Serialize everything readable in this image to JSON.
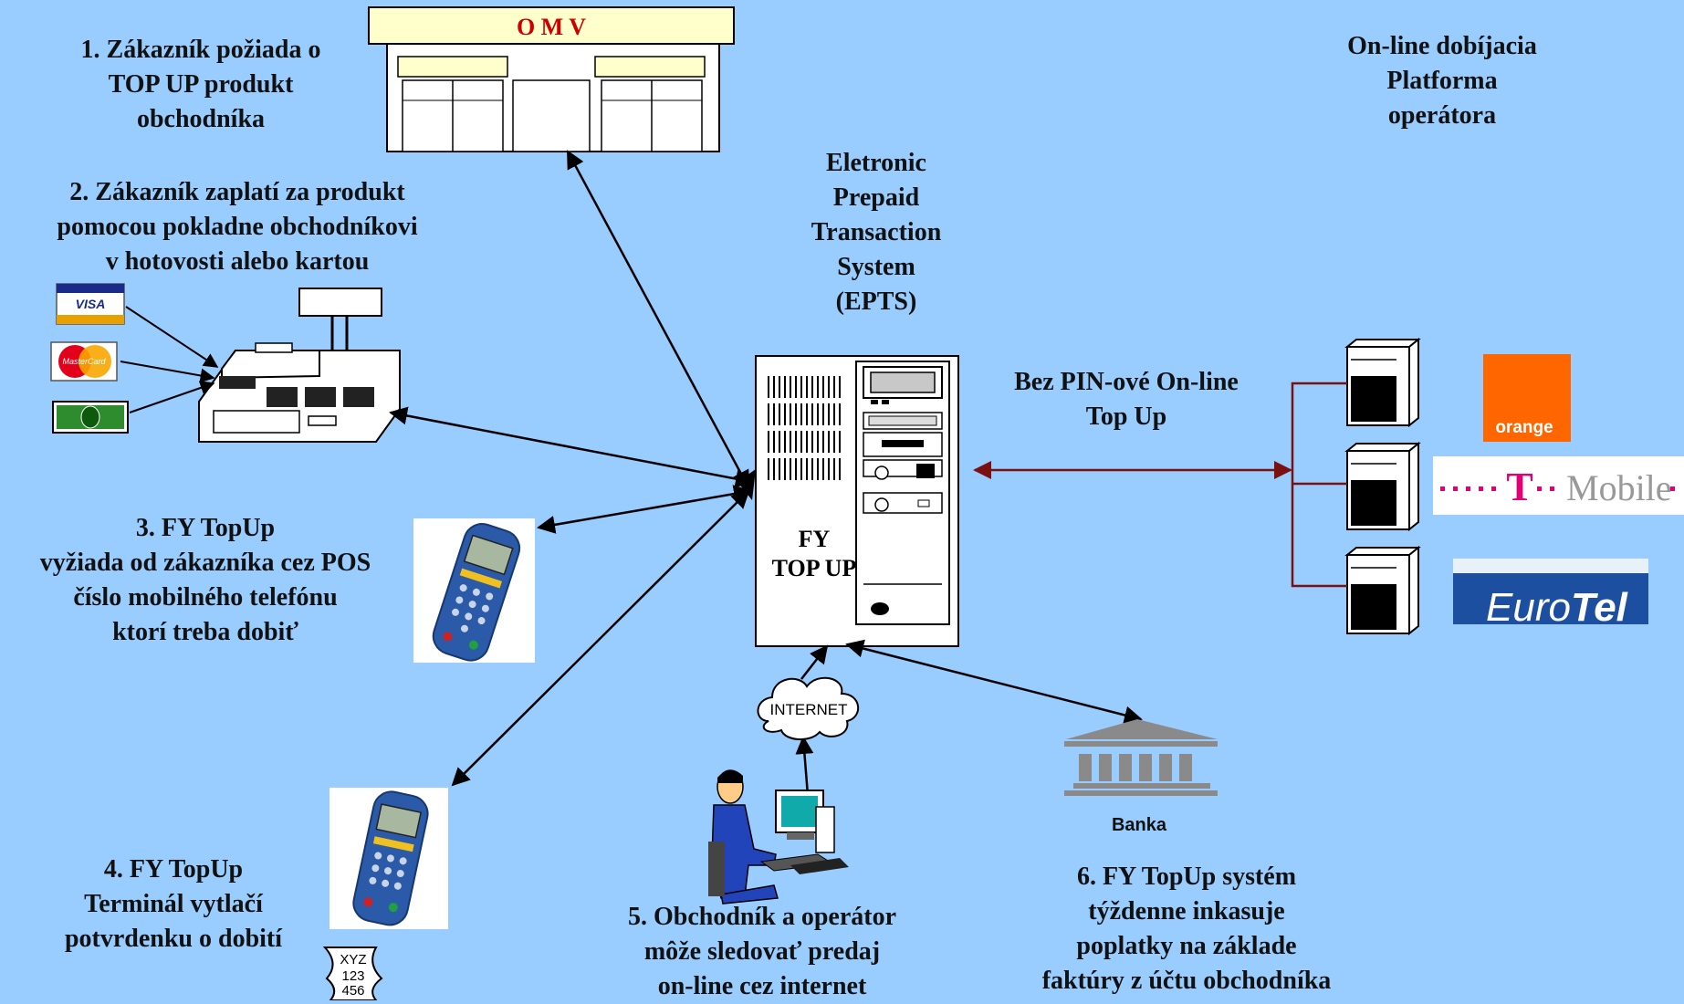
{
  "steps": {
    "step1": "1.  Zákazník požiada o\nTOP UP  produkt\nobchodníka",
    "step2": "2. Zákazník zaplatí za produkt\npomocou pokladne obchodníkovi\nv hotovosti alebo kartou",
    "step3": "3.   FY TopUp\nvyžiada od zákazníka cez  POS\nčíslo mobilného telefónu\nktorí treba dobiť",
    "step4": "4. FY TopUp\nTerminál vytlačí\npotvrdenku o dobití",
    "step5": "5. Obchodník a operátor\nmôže sledovať predaj\non-line cez internet",
    "step6": "6. FY TopUp systém\ntýždenne inkasuje\npoplatky na základe\nfaktúry z účtu obchodníka"
  },
  "labels": {
    "platform": "On-line dobíjacia\nPlatforma\noperátora",
    "epts": "Eletronic\nPrepaid\nTransaction\nSystem\n(EPTS)",
    "pinless": "Bez PIN-ové On-line\nTop Up",
    "server": "FY\nTOP UP",
    "store_sign": "O M V",
    "internet": "INTERNET",
    "bank": "Banka",
    "receipt": "XYZ\n123\n456"
  },
  "operators": {
    "orange": "orange",
    "tmobile_t": "T",
    "tmobile_text": "Mobile",
    "eurotel_a": "Euro",
    "eurotel_b": "Tel"
  },
  "cards": {
    "visa": "VISA",
    "mastercard": "MasterCard"
  },
  "colors": {
    "background": "#99ccff",
    "operator_link": "#7a1010",
    "orange": "#ff6600",
    "tmobile": "#e20074",
    "eurotel": "#1d4fa0"
  }
}
